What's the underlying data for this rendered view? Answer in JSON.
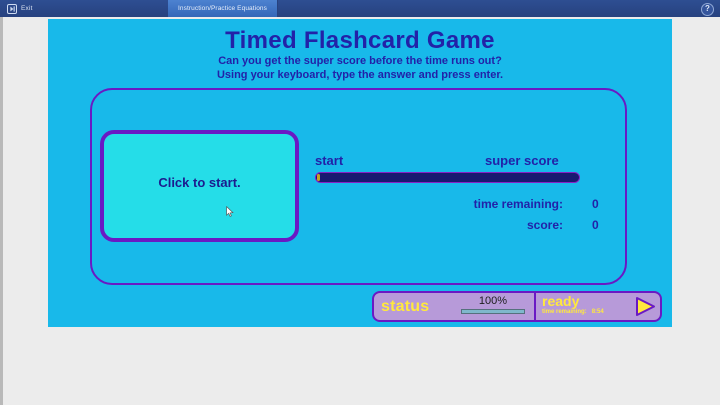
{
  "topbar": {
    "exit_label": "Exit",
    "exit_icon": "exit-door-icon",
    "tabs": [
      {
        "label": "Instruction/Practice  Equations",
        "active": true
      }
    ],
    "help_label": "?"
  },
  "slide": {
    "title": "Timed Flashcard Game",
    "subtitle_line1": "Can you get the super score before the time runs out?",
    "subtitle_line2": "Using your keyboard, type the answer and press enter.",
    "start_panel_label": "Click to start.",
    "score": {
      "start_label": "start",
      "super_score_label": "super score",
      "time_remaining_label": "time remaining:",
      "time_remaining_value": "0",
      "score_label": "score:",
      "score_value": "0"
    }
  },
  "status_widget": {
    "status_label": "status",
    "percent_label": "100%",
    "percent_value": 100,
    "ready_label": "ready",
    "time_remaining_label": "time remaining:",
    "time_remaining_value": "8:54",
    "play_icon": "play-triangle-icon"
  },
  "colors": {
    "slide_background": "#18b9ea",
    "accent_purple": "#6a19c4",
    "text_blue": "#2222a8",
    "panel_cyan": "#25dde8",
    "status_lilac": "#b79ad9",
    "status_yellow": "#ffe93d",
    "bar_navy": "#191970",
    "titlebar_blue": "#2b4a8b"
  }
}
